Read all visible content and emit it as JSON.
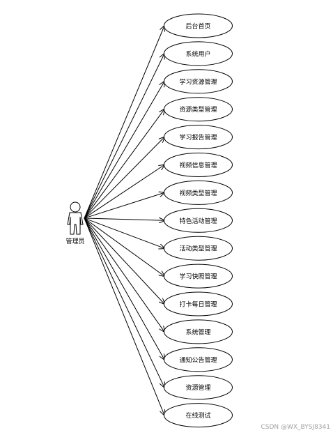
{
  "diagram": {
    "actor": {
      "label": "管理员"
    },
    "use_cases": [
      "后台首页",
      "系统用户",
      "学习资源管理",
      "资源类型管理",
      "学习报告管理",
      "视频信息管理",
      "视频类型管理",
      "特色活动管理",
      "活动类型管理",
      "学习快照管理",
      "打卡每日管理",
      "系统管理",
      "通知公告管理",
      "资源管理",
      "在线测试"
    ]
  },
  "watermark": "CSDN @WX_BYSJ8341"
}
